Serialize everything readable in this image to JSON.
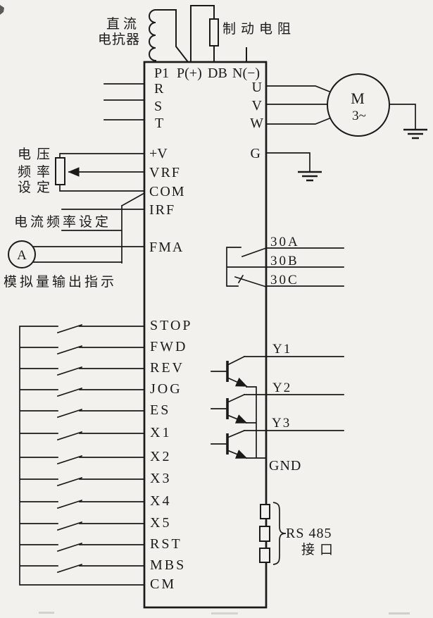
{
  "colors": {
    "paper": "#f2f1ee",
    "ink": "#1c1a18"
  },
  "annotations": {
    "dc_reactor_line1": "直流",
    "dc_reactor_line2": "电抗器",
    "braking_resistor": "制动电阻",
    "voltage_freq_line1": "电压",
    "voltage_freq_line2": "频率",
    "voltage_freq_line3": "设定",
    "current_freq": "电流频率设定",
    "analog_indicator": "模拟量输出指示",
    "meter_symbol": "A",
    "motor_symbol": "M",
    "motor_phase": "3~",
    "rs485_name": "RS 485",
    "rs485_port": "接口"
  },
  "terminals": {
    "top": [
      "P1",
      "P(+)",
      "DB",
      "N(−)"
    ],
    "line_in": [
      "R",
      "S",
      "T"
    ],
    "motor_out": [
      "U",
      "V",
      "W"
    ],
    "ground": "G",
    "analog": [
      "+V",
      "VRF",
      "COM",
      "IRF",
      "FMA"
    ],
    "relay": [
      "30A",
      "30B",
      "30C"
    ],
    "digital_in": [
      "STOP",
      "FWD",
      "REV",
      "JOG",
      "ES",
      "X1",
      "X2",
      "X3",
      "X4",
      "X5",
      "RST",
      "MBS",
      "CM"
    ],
    "open_collector": [
      "Y1",
      "Y2",
      "Y3"
    ],
    "output_common": "GND"
  }
}
